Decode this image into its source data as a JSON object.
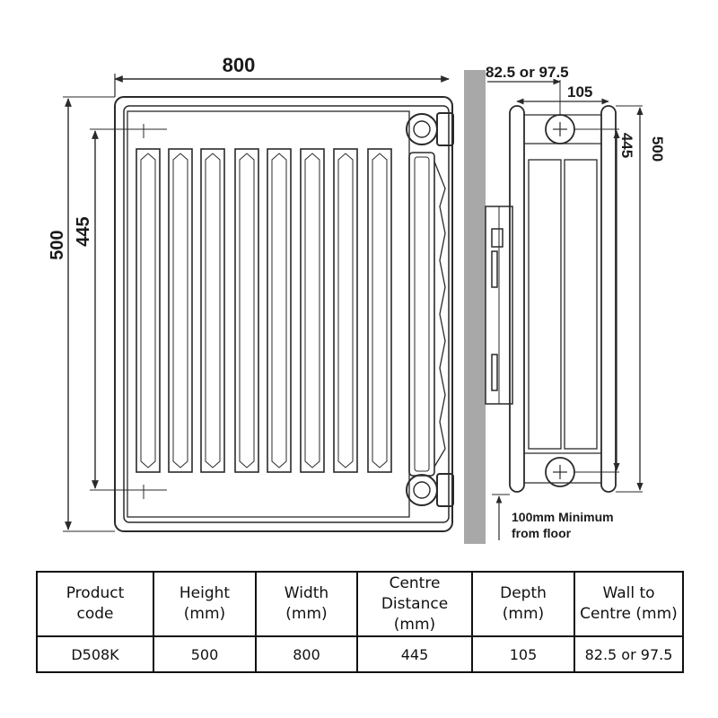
{
  "dimensions": {
    "front_width": "800",
    "front_height": "500",
    "front_centre_distance": "445",
    "wall_to_centre": "82.5 or 97.5",
    "depth": "105",
    "side_centre_distance": "445",
    "side_height": "500"
  },
  "note": {
    "line1": "100mm Minimum",
    "line2": "from floor"
  },
  "table": {
    "headers": [
      {
        "line1": "Product",
        "line2": "code"
      },
      {
        "line1": "Height",
        "line2": "(mm)"
      },
      {
        "line1": "Width",
        "line2": "(mm)"
      },
      {
        "line1": "Centre",
        "line2": "Distance (mm)"
      },
      {
        "line1": "Depth",
        "line2": "(mm)"
      },
      {
        "line1": "Wall to",
        "line2": "Centre (mm)"
      }
    ],
    "row": [
      "D508K",
      "500",
      "800",
      "445",
      "105",
      "82.5 or 97.5"
    ]
  },
  "colors": {
    "line": "#2a2a2a",
    "wall": "#a8a8a8"
  }
}
